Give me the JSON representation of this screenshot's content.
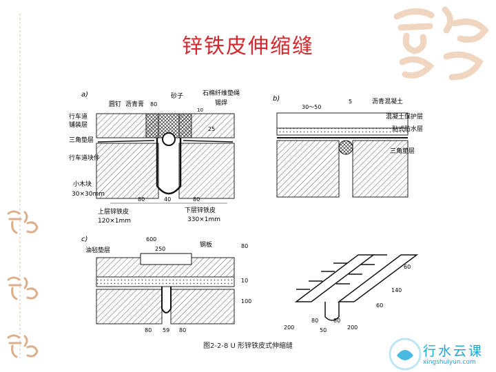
{
  "slide": {
    "title": "锌铁皮伸缩缝",
    "caption": "图2-2-8   U 形锌铁皮式伸缩缝",
    "brand_watermark": "吉祥如意",
    "logo": {
      "name": "行水云课",
      "url": "xingshuiyun.com"
    }
  },
  "figure_a": {
    "label": "a)",
    "labels": {
      "nail": "圆钉",
      "asphalt_paste": "沥青膏",
      "sand": "砂子",
      "asbestos_rope": "石棉纤维垫绳",
      "tin_weld": "锡焊",
      "paving_layer_1": "行车道",
      "paving_layer_2": "铺装层",
      "triangle_pad": "三角垫层",
      "deck_block": "行车道块件",
      "wood_block": "小木块",
      "wood_block_size": "30×30mm",
      "upper_sheet": "上层锌铁皮",
      "upper_sheet_size": "120×1mm",
      "lower_sheet": "下层锌铁皮",
      "lower_sheet_size": "330×1mm"
    },
    "dims": {
      "d80_top": "80",
      "d10": "10",
      "d25": "25",
      "d80_left": "80",
      "d40": "40",
      "d80_right": "80"
    }
  },
  "figure_b": {
    "label": "b)",
    "labels": {
      "asphalt_concrete": "沥青混凝土",
      "protect_layer": "混凝土保护层",
      "waterproof_layer": "贴式防水层",
      "triangle_pad": "三角垫层"
    },
    "dims": {
      "gap": "30～50",
      "d5": "5"
    }
  },
  "figure_c": {
    "label": "c)",
    "labels": {
      "felt_pad": "油毡垫层",
      "steel_plate": "钢板"
    },
    "dims": {
      "d600": "600",
      "d250": "250",
      "d80a": "80",
      "d100": "100",
      "d10": "10",
      "d59": "59",
      "d80b": "80",
      "d80c": "80"
    }
  },
  "figure_d": {
    "dims": {
      "d200a": "200",
      "d80a": "80",
      "d80b": "80",
      "d200b": "200",
      "d50": "50",
      "d60a": "60",
      "d60b": "60",
      "d140": "140"
    }
  },
  "colors": {
    "title": "#d2282e",
    "ink": "#1a1a1a",
    "logo": "#1aa7d8",
    "watermark": "#d9a77f"
  }
}
